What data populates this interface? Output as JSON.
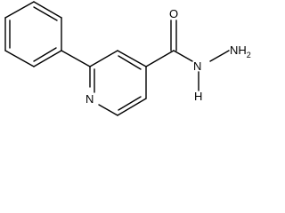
{
  "molecule": {
    "atoms": {
      "oxygen": "O",
      "hydrazide_nh": "N",
      "hydrazide_h": "H",
      "amine": "NH",
      "amine_subscript": "2",
      "ring_nitrogen": "N"
    }
  }
}
